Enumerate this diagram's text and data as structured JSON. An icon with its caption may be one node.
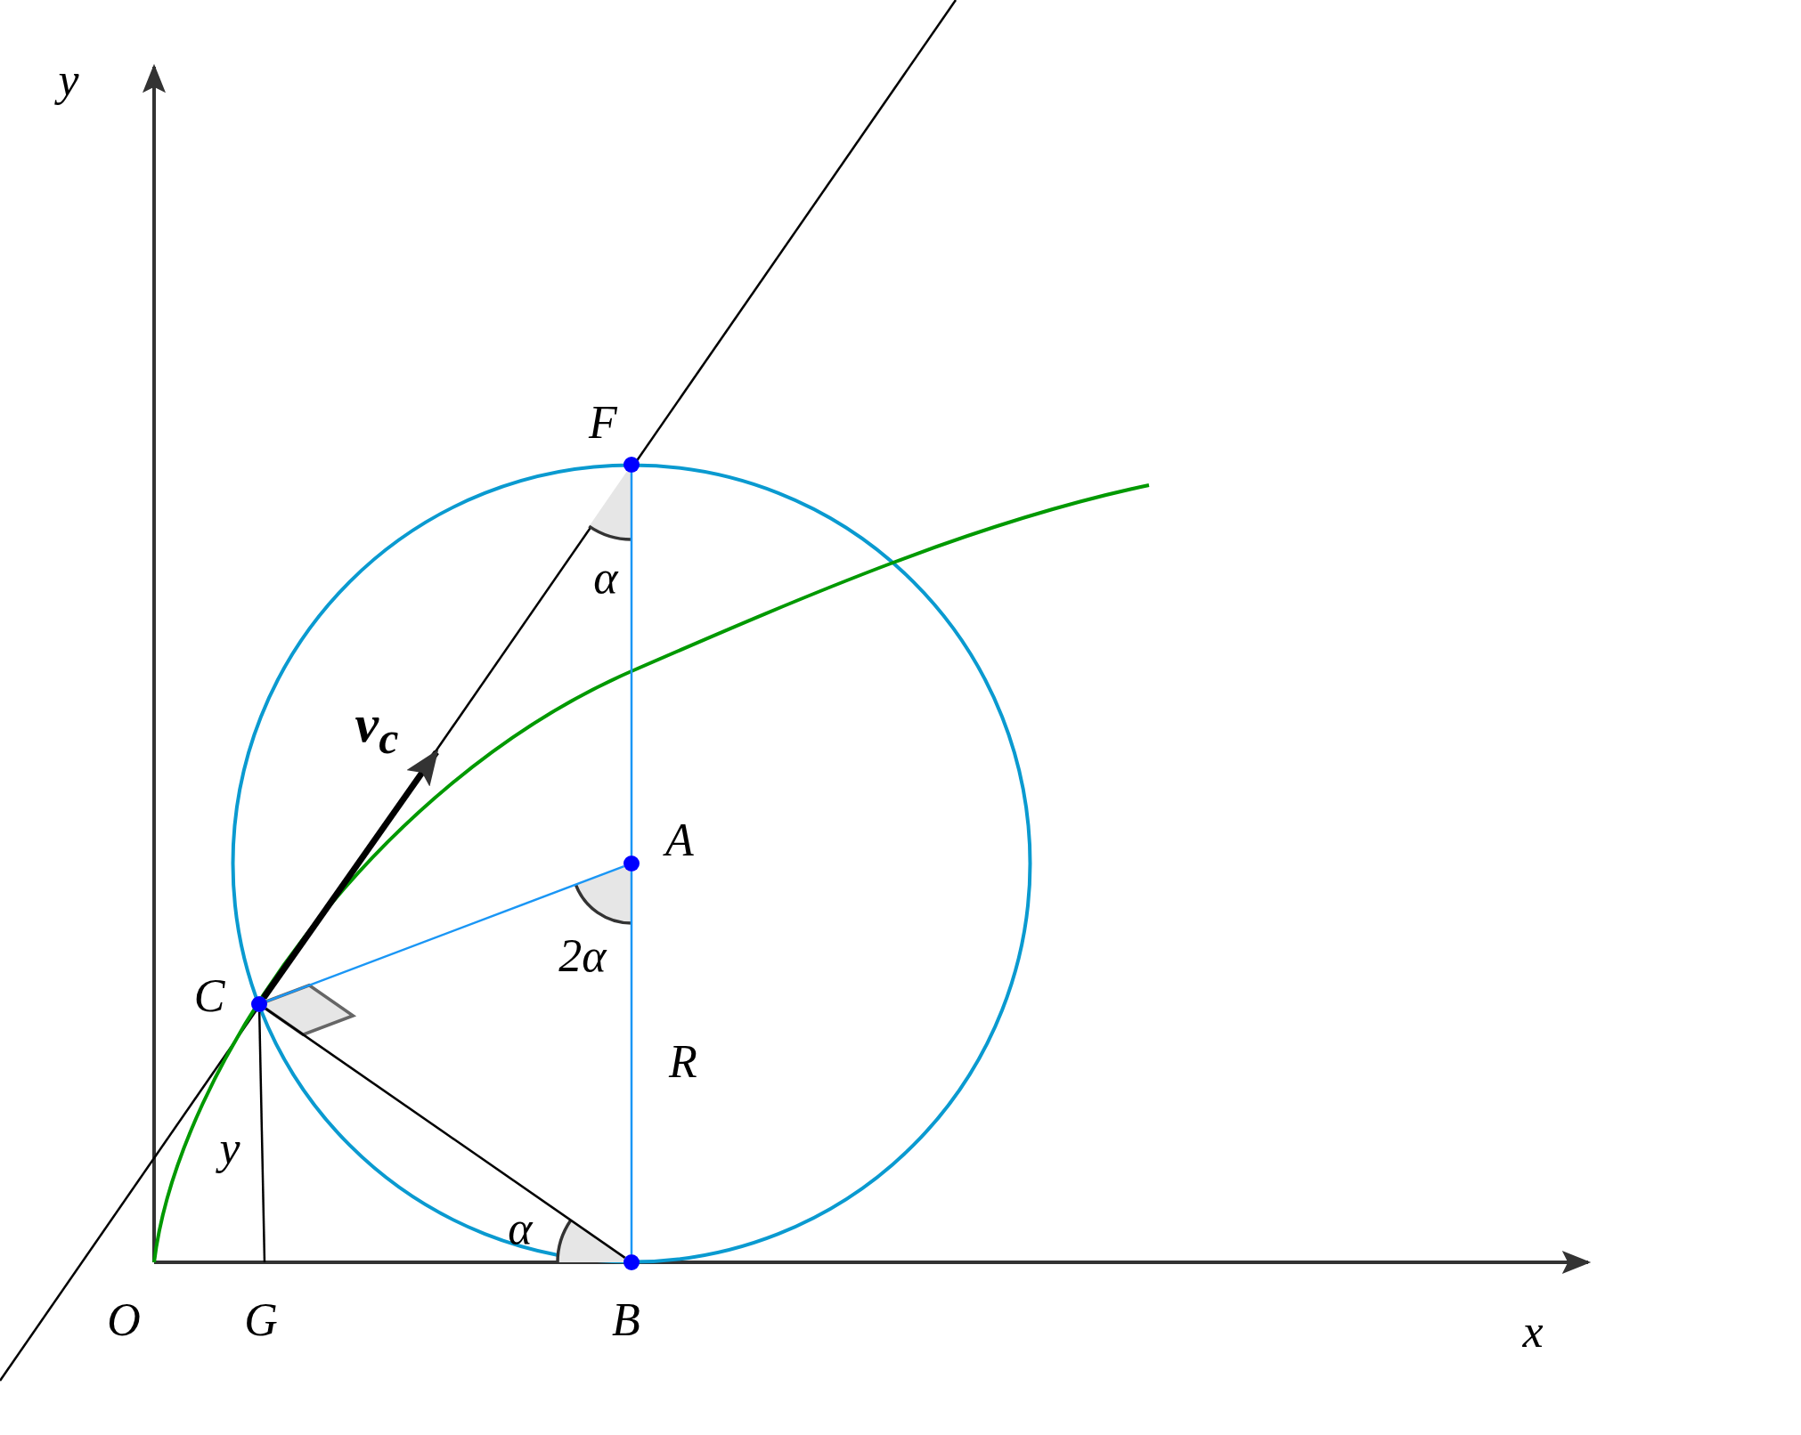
{
  "diagram": {
    "nodes": [
      {
        "text": [
          "F"
        ]
      },
      {
        "text": [
          "A"
        ]
      },
      {
        "text": [
          "C"
        ]
      },
      {
        "text": [
          "G"
        ]
      },
      {
        "text": [
          "B"
        ]
      }
    ],
    "edges": [
      {
        "from": 2,
        "to": 1,
        "arrow": "none",
        "color": "#1a96f5"
      },
      {
        "from": 0,
        "to": 1,
        "arrow": "none",
        "color": "#1a96f5"
      },
      {
        "from": 1,
        "to": 4,
        "arrow": "none",
        "color": "#1a96f5"
      },
      {
        "from": 2,
        "to": 4,
        "arrow": "none",
        "color": "#000000"
      },
      {
        "from": 2,
        "to": 3,
        "arrow": "none",
        "color": "#000000"
      },
      {
        "from": 2,
        "to": null,
        "arrow": "to",
        "label": "v$_{c}$",
        "style": "thick",
        "color": "#000000"
      }
    ],
    "labels": [
      "y",
      "α",
      "2α",
      "R",
      "y",
      "α",
      "O",
      "x"
    ]
  }
}
